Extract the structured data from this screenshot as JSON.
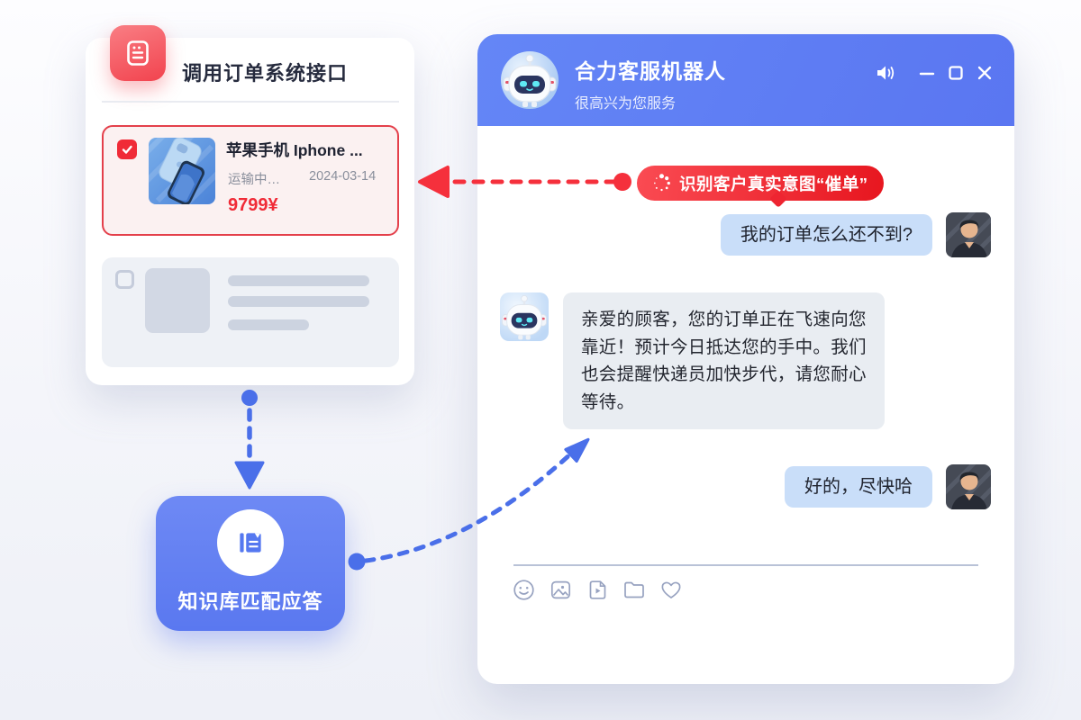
{
  "flow_card": {
    "title": "调用订单系统接口",
    "order_item": {
      "title": "苹果手机 Iphone ...",
      "status": "运输中…",
      "date": "2024-03-14",
      "price": "9799¥",
      "checked": true
    }
  },
  "knowledge_box": {
    "label": "知识库匹配应答"
  },
  "chat": {
    "title": "合力客服机器人",
    "subtitle": "很高兴为您服务",
    "intent_badge": "识别客户真实意图“催单”",
    "messages": [
      {
        "role": "user",
        "text": "我的订单怎么还不到?"
      },
      {
        "role": "bot",
        "text": "亲爱的顾客，您的订单正在飞速向您靠近！预计今日抵达您的手中。我们也会提醒快递员加快步代，请您耐心等待。"
      },
      {
        "role": "user",
        "text": "好的，尽快哈"
      }
    ],
    "toolbar_icons": [
      "emoji-icon",
      "image-icon",
      "video-icon",
      "folder-icon",
      "heart-icon"
    ],
    "header_icons": [
      "speaker-icon",
      "minimize-icon",
      "maximize-icon",
      "close-icon"
    ]
  },
  "colors": {
    "accent_blue": "#5A78F0",
    "arrow_blue": "#4A6FE9",
    "accent_red": "#F02B37",
    "badge_red": "#E7161F",
    "user_bubble": "#C9DEF9",
    "bot_bubble": "#E9EDF2"
  }
}
